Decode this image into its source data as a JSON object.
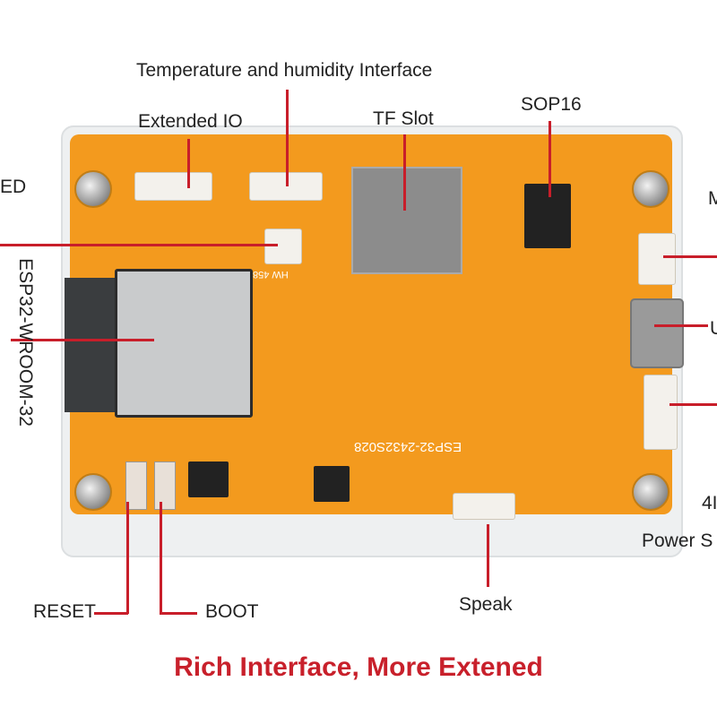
{
  "labels": {
    "temp_humidity": "Temperature and humidity Interface",
    "extended_io": "Extended IO",
    "tf_slot": "TF Slot",
    "sop16": "SOP16",
    "led": "ED",
    "esp32": "ESP32-WROOM-32",
    "micro_usb": "M",
    "usb_c": "U",
    "four_pin": "4I",
    "power_switch": "Power S",
    "reset": "RESET",
    "boot": "BOOT",
    "speak": "Speak"
  },
  "board": {
    "silkscreen_model": "ESP32-2432S028",
    "silkscreen_hw": "HW 458"
  },
  "caption": "Rich Interface, More Extened",
  "colors": {
    "pcb": "#f39a1e",
    "accent": "#c8202b"
  }
}
